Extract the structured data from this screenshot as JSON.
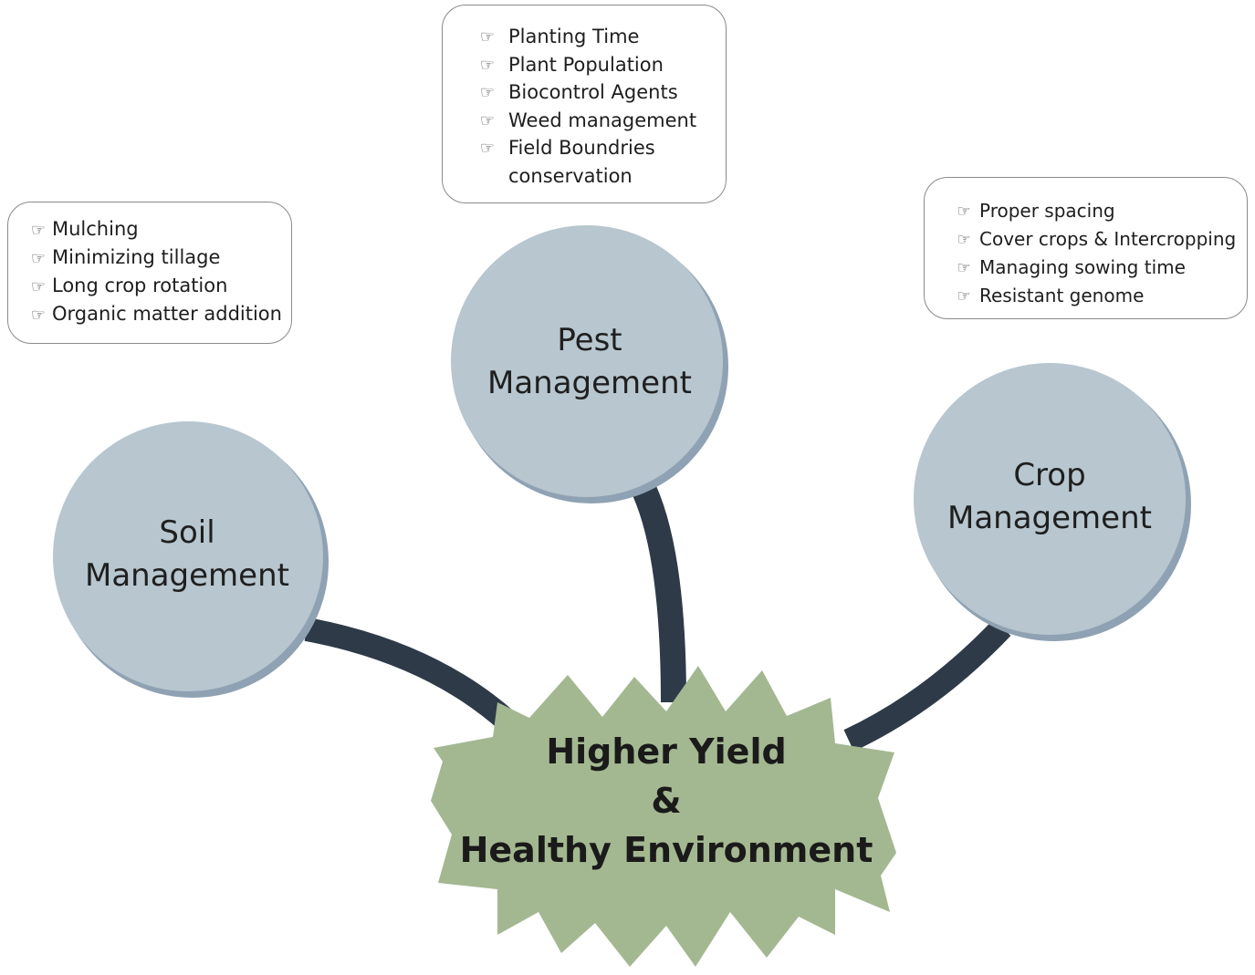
{
  "colors": {
    "circle_fill": "#b7c6cf",
    "circle_shadow": "#8fa2b3",
    "connector": "#2e3a48",
    "center_fill": "#a3b891",
    "box_border": "#8a8a8a"
  },
  "icons": {
    "bullet": "pointing-hand-icon"
  },
  "nodes": {
    "soil": {
      "title_line1": "Soil",
      "title_line2": "Management",
      "items": [
        "Mulching",
        "Minimizing tillage",
        "Long crop rotation",
        "Organic matter addition"
      ]
    },
    "pest": {
      "title_line1": "Pest",
      "title_line2": "Management",
      "items": [
        "Planting Time",
        "Plant Population",
        "Biocontrol Agents",
        "Weed management",
        "Field Boundries conservation"
      ]
    },
    "crop": {
      "title_line1": "Crop",
      "title_line2": "Management",
      "items": [
        "Proper spacing",
        "Cover crops & Intercropping",
        "Managing sowing time",
        "Resistant genome"
      ]
    }
  },
  "center": {
    "line1": "Higher Yield",
    "line2": "&",
    "line3": "Healthy Environment"
  }
}
